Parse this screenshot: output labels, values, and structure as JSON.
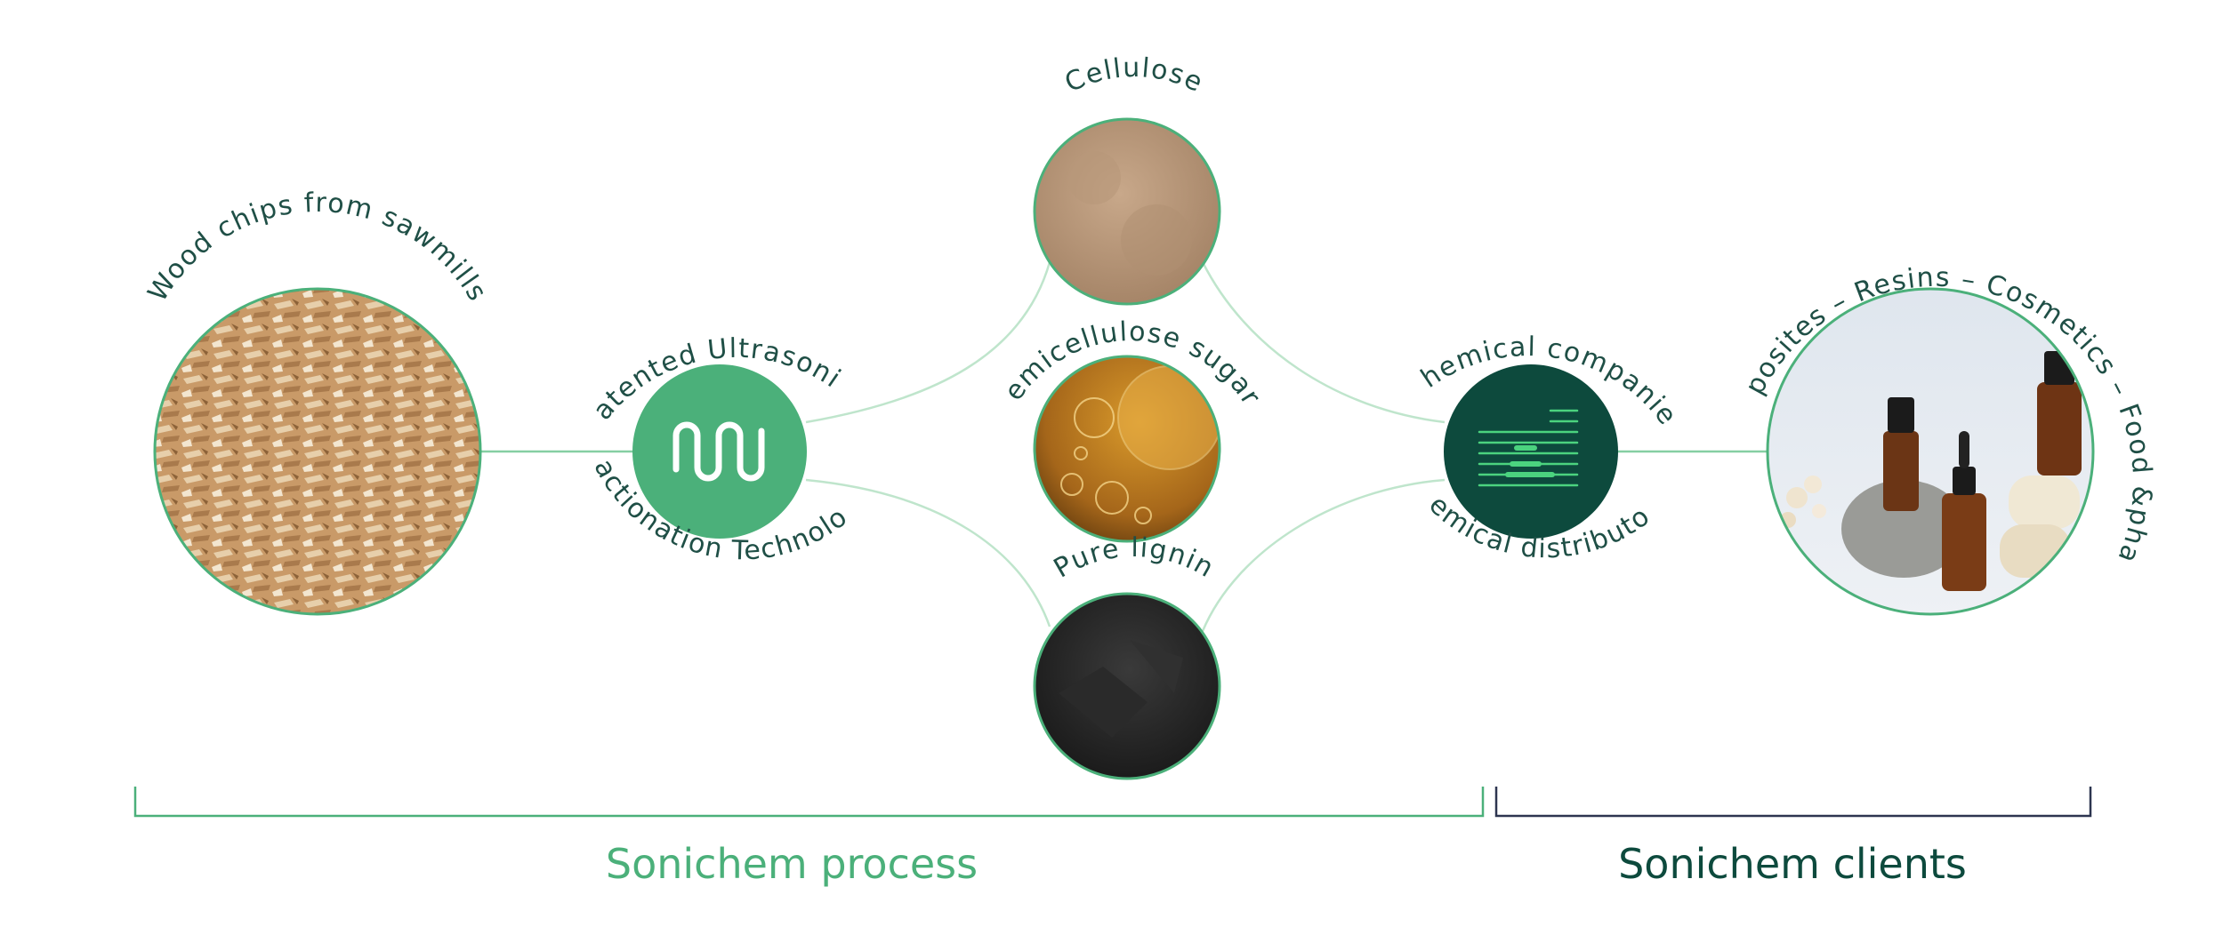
{
  "colors": {
    "green_light": "#4bb07a",
    "green_dark": "#0d4a3d",
    "navy": "#2d3550",
    "label_text": "#1f4f46",
    "connector": "#86cfa3"
  },
  "nodes": {
    "wood_chips": {
      "label": "Wood chips from sawmills",
      "image": "wood-chips-photo"
    },
    "technology": {
      "label_top": "Patented Ultrasonic",
      "label_bottom": "Fractionation Technology",
      "icon": "wave-icon"
    },
    "cellulose": {
      "label": "Cellulose",
      "image": "cellulose-powder-photo"
    },
    "hemicellulose": {
      "label": "Hemicellulose sugars",
      "image": "oil-bubbles-photo"
    },
    "lignin": {
      "label": "Pure lignin",
      "image": "black-lignin-photo"
    },
    "chemical": {
      "label_top": "Chemical companies",
      "label_bottom": "Chemical distributors",
      "icon": "bars-icon"
    },
    "markets": {
      "label": "Composites – Resins – Cosmetics – Food &pharma",
      "image": "cosmetics-bottles-photo"
    }
  },
  "brackets": {
    "process": {
      "label": "Sonichem process"
    },
    "clients": {
      "label": "Sonichem clients"
    }
  }
}
